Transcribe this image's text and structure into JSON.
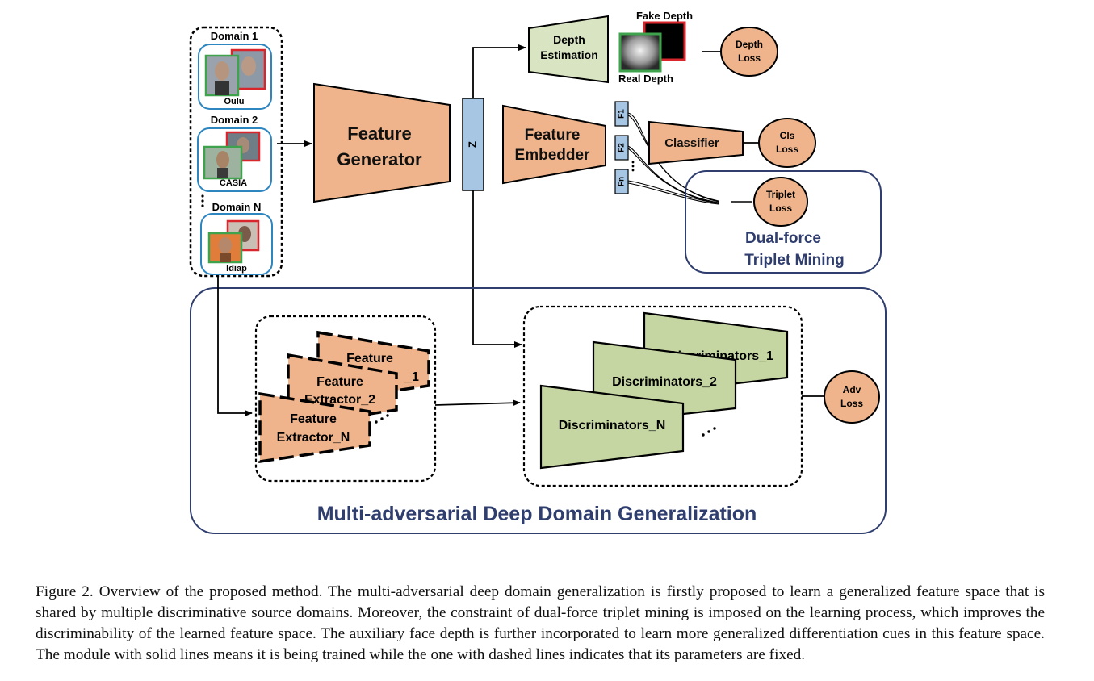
{
  "colors": {
    "orange_fill": "#EFB48B",
    "green_fill": "#C5D6A2",
    "blue_fill": "#A7C6E4",
    "navy": "#2F3E6E",
    "red_frame": "#D9262C",
    "green_frame": "#3FA34D",
    "domain_box": "#2E86C1"
  },
  "domains": [
    {
      "header": "Domain 1",
      "dataset": "Oulu"
    },
    {
      "header": "Domain 2",
      "dataset": "CASIA"
    },
    {
      "header": "Domain N",
      "dataset": "Idiap"
    }
  ],
  "feature_generator": {
    "line1": "Feature",
    "line2": "Generator"
  },
  "z_label": "Z",
  "depth": {
    "estimation_line1": "Depth",
    "estimation_line2": "Estimation",
    "fake_label": "Fake Depth",
    "real_label": "Real Depth",
    "loss_line1": "Depth",
    "loss_line2": "Loss"
  },
  "embedder": {
    "line1": "Feature",
    "line2": "Embedder"
  },
  "features": [
    "F1",
    "F2",
    "Fn"
  ],
  "classifier": {
    "label": "Classifier",
    "loss_line1": "Cls",
    "loss_line2": "Loss"
  },
  "triplet": {
    "loss_line1": "Triplet",
    "loss_line2": "Loss",
    "title_line1": "Dual-force",
    "title_line2": "Triplet Mining"
  },
  "extractors": [
    {
      "line1": "Feature",
      "line2": "_1"
    },
    {
      "line1": "Feature",
      "line2": "Extractor_2"
    },
    {
      "line1": "Feature",
      "line2": "Extractor_N"
    }
  ],
  "discriminators": [
    "Discriminators_1",
    "Discriminators_2",
    "Discriminators_N"
  ],
  "adv_loss": {
    "line1": "Adv",
    "line2": "Loss"
  },
  "madg_title": "Multi-adversarial Deep Domain Generalization",
  "caption": "Figure 2. Overview of the proposed method. The multi-adversarial deep domain generalization is firstly proposed to learn a generalized feature space that is shared by multiple discriminative source domains. Moreover, the constraint of dual-force triplet mining is imposed on the learning process, which improves the discriminability of the learned feature space. The auxiliary face depth is further incorporated to learn more generalized differentiation cues in this feature space. The module with solid lines means it is being trained while the one with dashed lines indicates that its parameters are fixed."
}
